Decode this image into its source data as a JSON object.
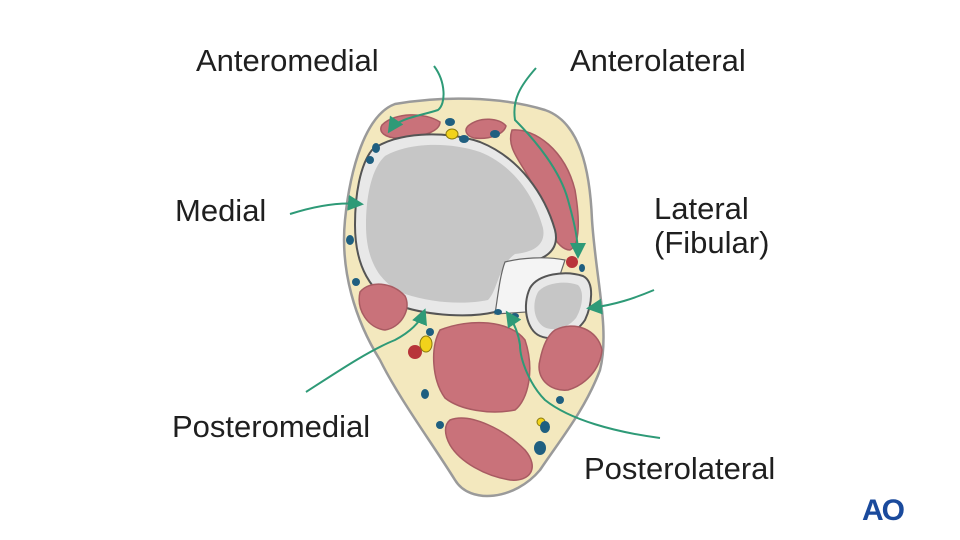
{
  "labels": {
    "anteromedial": "Anteromedial",
    "anterolateral": "Anterolateral",
    "medial": "Medial",
    "lateral_line1": "Lateral",
    "lateral_line2": "(Fibular)",
    "posteromedial": "Posteromedial",
    "posterolateral": "Posterolateral"
  },
  "logo": "AO",
  "colors": {
    "arrow": "#2e9a77",
    "skin_outline": "#9a9a9a",
    "fat": "#f3e8be",
    "muscle": "#c9727a",
    "muscle_edge": "#a85b62",
    "bone_cortex": "#e8e8e8",
    "bone_marrow": "#c6c6c6",
    "vein": "#1f5f80",
    "artery": "#b8343a",
    "nerve": "#f2d21b",
    "logo": "#1a4a9c"
  }
}
